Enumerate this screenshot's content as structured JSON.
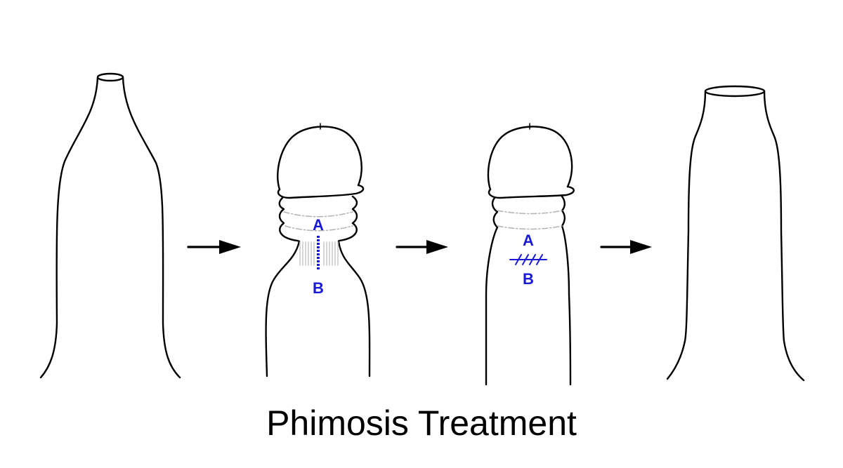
{
  "caption": "Phimosis Treatment",
  "labels": {
    "step2_a": "A",
    "step2_b": "B",
    "step3_a": "A",
    "step3_b": "B"
  },
  "colors": {
    "outline": "#000000",
    "annotation": "#1a1ad6",
    "fold_lines": "#b3b3b3"
  },
  "icons": [
    "arrow-right-icon",
    "arrow-right-icon",
    "arrow-right-icon"
  ]
}
